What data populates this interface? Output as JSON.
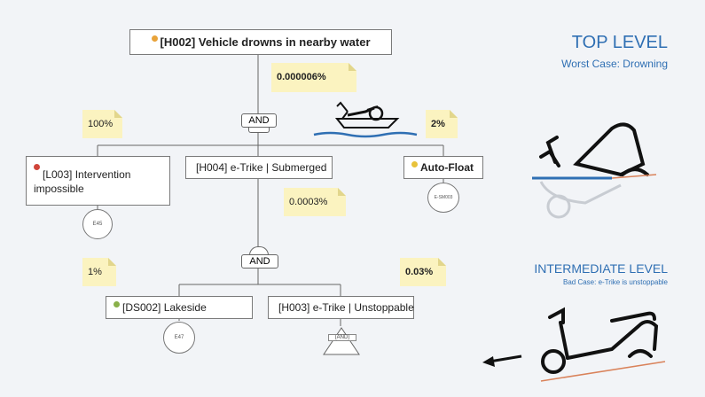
{
  "hazards": {
    "top": {
      "id": "[H002]",
      "label": "Vehicle drowns in nearby water"
    },
    "intervention": {
      "id": "[L003]",
      "label_line1": "Intervention",
      "label_line2": "impossible",
      "ref": "E45"
    },
    "submerged": {
      "id": "[H004]",
      "label": "e-Trike | Submerged"
    },
    "autofloat": {
      "label": "Auto-Float",
      "ref": "E-SM003"
    },
    "lakeside": {
      "id": "[DS002]",
      "label": "Lakeside",
      "ref": "E47"
    },
    "unstoppable": {
      "id": "[H003]",
      "label": "e-Trike | Unstoppable",
      "ref": "(AND)"
    }
  },
  "gates": {
    "top_gate": "AND",
    "mid_gate": "AND"
  },
  "probabilities": {
    "top": "0.000006%",
    "intervention": "100%",
    "autofloat": "2%",
    "submerged": "0.0003%",
    "lakeside": "1%",
    "unstoppable": "0.03%"
  },
  "legend": {
    "top_title": "TOP LEVEL",
    "top_subtitle": "Worst Case: Drowning",
    "mid_title": "INTERMEDIATE LEVEL",
    "mid_subtitle": "Bad Case: e-Trike is unstoppable"
  },
  "icons": [
    "trike-on-boat-icon",
    "trike-in-water-icon",
    "trike-rolling-icon"
  ],
  "colors": {
    "accent": "#2f6fb3",
    "note": "#fbf3c0",
    "hazard_marker": "#e8a33a",
    "loss_marker": "#d0453a",
    "water": "#2f6fb3",
    "ground": "#d9825a"
  }
}
